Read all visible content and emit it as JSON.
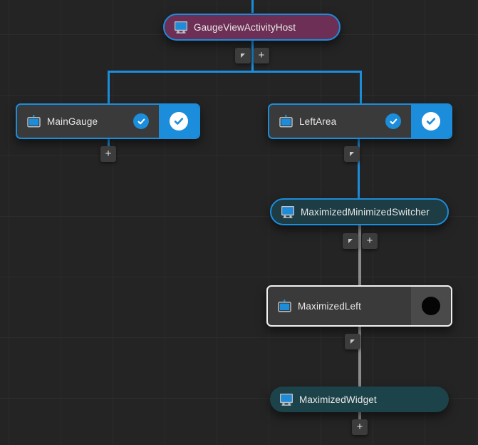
{
  "canvas": {
    "background_color": "#242424",
    "grid_color": "#2f2f2f",
    "accent_color": "#1b8ddb",
    "edge_gray_color": "#8c8c8c"
  },
  "nodes": [
    {
      "id": "gauge-view-activity-host",
      "label": "GaugeViewActivityHost",
      "icon": "monitor-icon",
      "shape": "pill",
      "fill": "#6d2f55",
      "border": "#1b8ddb",
      "right_panel": null,
      "inner_badge": null
    },
    {
      "id": "main-gauge",
      "label": "MainGauge",
      "icon": "widget-icon",
      "shape": "rect",
      "fill": "#3a3a3a",
      "border": "#1b8ddb",
      "right_panel": "check-blue",
      "inner_badge": "check-badge"
    },
    {
      "id": "left-area",
      "label": "LeftArea",
      "icon": "widget-icon",
      "shape": "rect",
      "fill": "#3a3a3a",
      "border": "#1b8ddb",
      "right_panel": "check-blue",
      "inner_badge": "check-badge"
    },
    {
      "id": "maximized-minimized-switcher",
      "label": "MaximizedMinimizedSwitcher",
      "icon": "monitor-icon",
      "shape": "pill",
      "fill": "#1d3c44",
      "border": "#1b8ddb",
      "right_panel": null,
      "inner_badge": null
    },
    {
      "id": "maximized-left",
      "label": "MaximizedLeft",
      "icon": "widget-icon",
      "shape": "rect",
      "fill": "#3a3a3a",
      "border": "#f2f2f2",
      "right_panel": "black-dot",
      "inner_badge": null
    },
    {
      "id": "maximized-widget",
      "label": "MaximizedWidget",
      "icon": "monitor-icon",
      "shape": "pill",
      "fill": "#1d434a",
      "border": "none",
      "right_panel": null,
      "inner_badge": null
    }
  ],
  "tools": {
    "collapse_glyph": "◢",
    "add_glyph": "+",
    "buttons": [
      {
        "id": "host-collapse",
        "type": "collapse"
      },
      {
        "id": "host-add",
        "type": "add"
      },
      {
        "id": "main-gauge-add",
        "type": "add"
      },
      {
        "id": "left-area-collapse",
        "type": "collapse"
      },
      {
        "id": "switcher-collapse",
        "type": "collapse"
      },
      {
        "id": "switcher-add",
        "type": "add"
      },
      {
        "id": "maximized-left-collapse",
        "type": "collapse"
      },
      {
        "id": "maximized-widget-add",
        "type": "add"
      }
    ]
  }
}
